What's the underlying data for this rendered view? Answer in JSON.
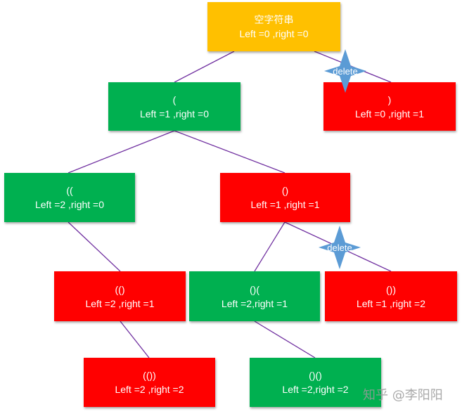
{
  "colors": {
    "root": "#ffc000",
    "valid": "#00b050",
    "invalid": "#ff0000",
    "edge": "#7030a0",
    "marker": "#5b9bd5"
  },
  "nodes": {
    "root": {
      "text": "空字符串",
      "counts": "Left =0 ,right =0"
    },
    "n1": {
      "text": "(",
      "counts": "Left =1 ,right =0"
    },
    "n2": {
      "text": ")",
      "counts": "Left =0 ,right =1"
    },
    "n3": {
      "text": "((",
      "counts": "Left =2 ,right =0"
    },
    "n4": {
      "text": "()",
      "counts": "Left =1 ,right =1"
    },
    "n5": {
      "text": "(()",
      "counts": "Left =2 ,right =1"
    },
    "n6": {
      "text": "()(",
      "counts": "Left =2,right =1"
    },
    "n7": {
      "text": "())",
      "counts": "Left =1 ,right =2"
    },
    "n8": {
      "text": "(())",
      "counts": "Left =2 ,right =2"
    },
    "n9": {
      "text": "()()",
      "counts": "Left =2,right =2"
    }
  },
  "markers": {
    "m1": "delete",
    "m2": "delete"
  },
  "watermark": "知乎 @李阳阳"
}
